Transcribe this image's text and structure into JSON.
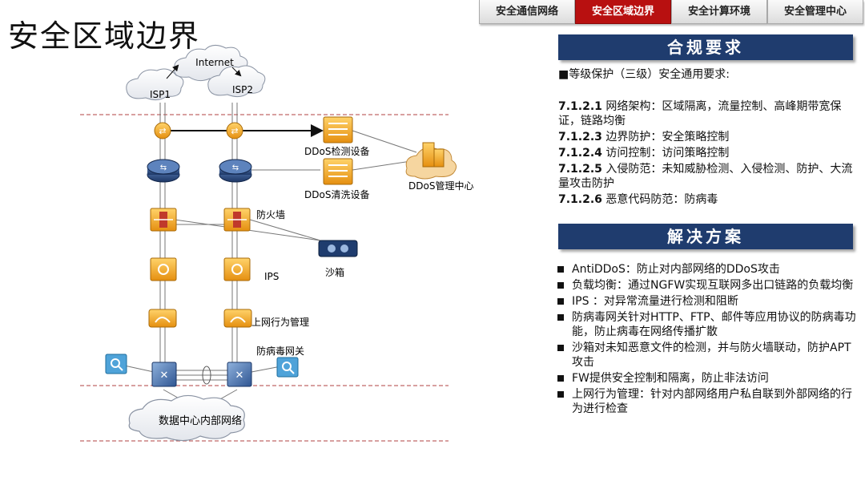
{
  "page": {
    "title": "安全区域边界"
  },
  "tabs": [
    {
      "label": "安全通信网络",
      "active": false
    },
    {
      "label": "安全区域边界",
      "active": true
    },
    {
      "label": "安全计算环境",
      "active": false
    },
    {
      "label": "安全管理中心",
      "active": false
    }
  ],
  "diagram": {
    "internet": "Internet",
    "isp1": "ISP1",
    "isp2": "ISP2",
    "ddos_detect": "DDoS检测设备",
    "ddos_clean": "DDoS清洗设备",
    "ddos_mgmt": "DDoS管理中心",
    "firewall": "防火墙",
    "sandbox": "沙箱",
    "ips": "IPS",
    "web_behavior": "上网行为管理",
    "av_gateway": "防病毒网关",
    "dc_network": "数据中心内部网络"
  },
  "compliance": {
    "header": "合规要求",
    "intro": "■等级保护（三级）安全通用要求:",
    "items": [
      {
        "code": "7.1.2.1",
        "text": "   网络架构：区域隔离，流量控制、高峰期带宽保证，链路均衡"
      },
      {
        "code": "7.1.2.3",
        "text": " 边界防护：安全策略控制"
      },
      {
        "code": "7.1.2.4",
        "text": " 访问控制：访问策略控制"
      },
      {
        "code": "7.1.2.5",
        "text": " 入侵防范：未知威胁检测、入侵检测、防护、大流量攻击防护"
      },
      {
        "code": "7.1.2.6",
        "text": "  恶意代码防范：防病毒"
      }
    ]
  },
  "solution": {
    "header": "解决方案",
    "items": [
      "AntiDDoS：防止对内部网络的DDoS攻击",
      "负载均衡：通过NGFW实现互联网多出口链路的负载均衡",
      "IPS ：对异常流量进行检测和阻断",
      "防病毒网关针对HTTP、FTP、邮件等应用协议的防病毒功能，防止病毒在网络传播扩散",
      "沙箱对未知恶意文件的检测，并与防火墙联动，防护APT攻击",
      "FW提供安全控制和隔离，防止非法访问",
      "上网行为管理：针对内部网络用户私自联到外部网络的行为进行检查"
    ]
  },
  "colors": {
    "accent": "#b81010",
    "header_bg": "#1f3c6e",
    "device_orange": "#f0a020",
    "router_blue": "#1f3c6e",
    "divider": "#b04040"
  }
}
